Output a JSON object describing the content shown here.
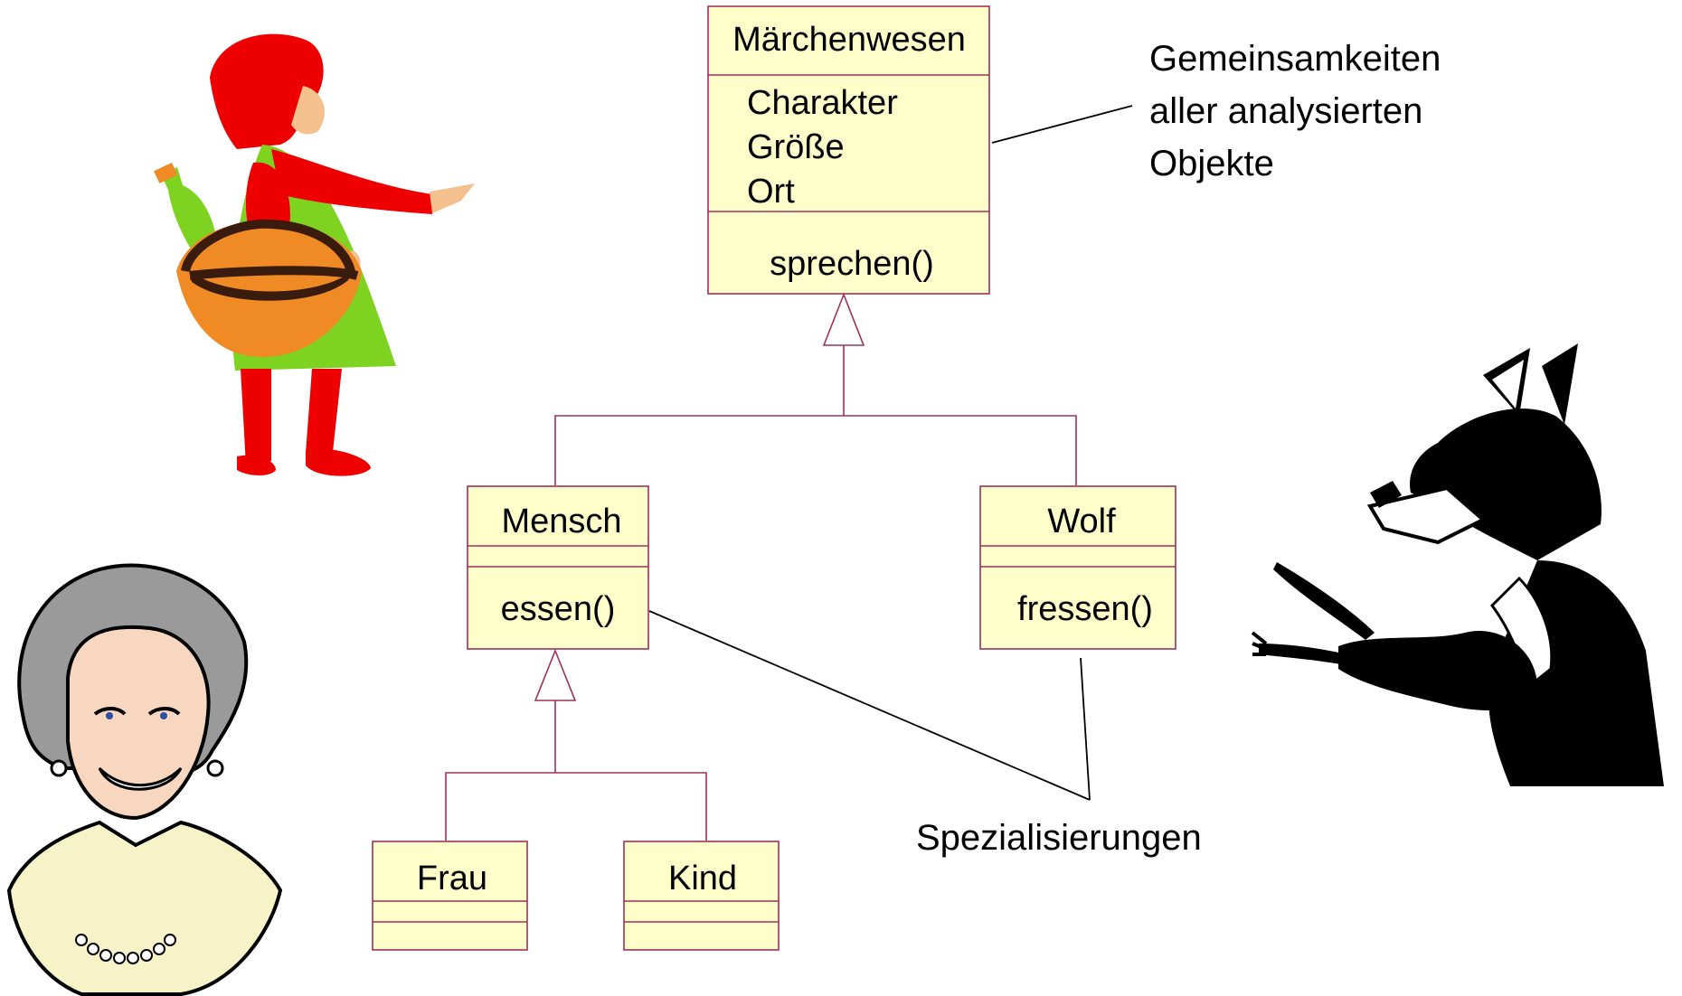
{
  "classes": {
    "maerchenwesen": {
      "name": "Märchenwesen",
      "attributes": [
        "Charakter",
        "Größe",
        "Ort"
      ],
      "operations": [
        "sprechen()"
      ]
    },
    "mensch": {
      "name": "Mensch",
      "operations": [
        "essen()"
      ]
    },
    "wolf": {
      "name": "Wolf",
      "operations": [
        "fressen()"
      ]
    },
    "frau": {
      "name": "Frau"
    },
    "kind": {
      "name": "Kind"
    }
  },
  "notes": {
    "common": [
      "Gemeinsamkeiten",
      "aller analysierten",
      "Objekte"
    ],
    "specializations": "Spezialisierungen"
  },
  "illustrations": [
    "red-riding-hood-illustration",
    "grandmother-illustration",
    "wolf-with-fork-illustration"
  ],
  "colors": {
    "class_fill": "#fefecb",
    "class_border": "#a0305a"
  }
}
